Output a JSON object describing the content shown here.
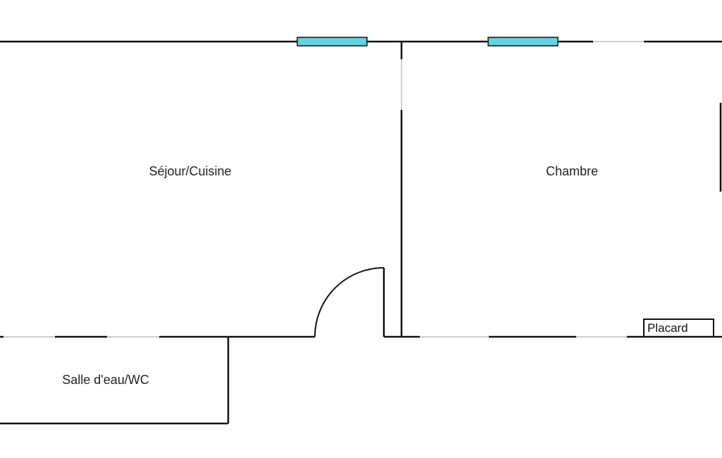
{
  "rooms": [
    {
      "label": "Séjour/Cuisine"
    },
    {
      "label": "Chambre"
    },
    {
      "label": "Salle d'eau/WC"
    }
  ],
  "closet": {
    "label": "Placard"
  },
  "colors": {
    "wall": "#111111",
    "window": "#5fd4e0",
    "opening": "#cfcfcf",
    "background": "#ffffff"
  }
}
